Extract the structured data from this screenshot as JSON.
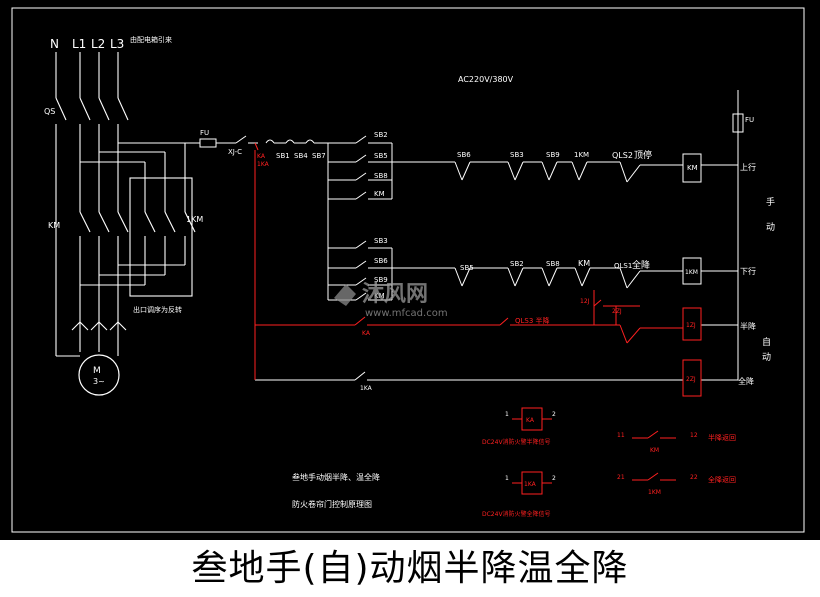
{
  "caption": "叁地手(自)动烟半降温全降",
  "colors": {
    "background": "#000000",
    "wire": "#ffffff",
    "control": "#ff2020",
    "watermark": "#8a8a8a"
  },
  "power": {
    "phases": [
      "N",
      "L1",
      "L2",
      "L3"
    ],
    "source_note": "由配电箱引来",
    "qs": "QS",
    "km": "KM",
    "km1": "1KM",
    "motor": "M",
    "motor_sub": "3~",
    "reverse_note": "出口调序为反转"
  },
  "control": {
    "supply": "AC220V/380V",
    "fu": "FU",
    "xj": "XJ-C",
    "ka_top": "KA",
    "ka_top2": "1KA",
    "sb1": "SB1",
    "sb4": "SB4",
    "sb7": "SB7",
    "sb2": "SB2",
    "sb5": "SB5",
    "sb8": "SB8",
    "km_aux": "KM",
    "sb3": "SB3",
    "sb6": "SB6",
    "sb9": "SB9",
    "km_aux2": "KM",
    "up_sb6": "SB6",
    "up_sb3": "SB3",
    "up_sb9": "SB9",
    "up_1km": "1KM",
    "up_qls2": "QLS2",
    "up_label": "顶停",
    "up_coil": "KM",
    "up_text": "上行",
    "dn_sb5": "SB5",
    "dn_sb2": "SB2",
    "dn_sb8": "SB8",
    "dn_km": "KM",
    "dn_qls1": "QLS1",
    "dn_label": "全降",
    "dn_coil": "1KM",
    "dn_text": "下行",
    "fu_right": "FU",
    "manual1": "手",
    "manual2": "动",
    "auto1": "自",
    "auto2": "动",
    "ka_mid": "KA",
    "k1ka": "1KA",
    "ka12": "12J",
    "ka2j": "2ZJ",
    "qls3": "QLS3 半降",
    "coil1": "1ZJ",
    "coil2": "2ZJ",
    "half_text": "半降",
    "full_text": "全降"
  },
  "signals": {
    "relay1": "KA",
    "relay1_pins": [
      "1",
      "2"
    ],
    "relay1_note": "DC24V消防火警半降信号",
    "relay2": "1KA",
    "relay2_pins": [
      "1",
      "2"
    ],
    "relay2_note": "DC24V消防火警全降信号",
    "out1_left": "11",
    "out1_right": "12",
    "out1_mid": "KM",
    "out1_note": "半降返回",
    "out2_left": "21",
    "out2_right": "22",
    "out2_mid": "1KM",
    "out2_note": "全降返回"
  },
  "titleblock": {
    "line1": "叁地手动烟半降、温全降",
    "line2": "防火卷帘门控制原理图"
  },
  "watermark": {
    "brand": "沐风网",
    "url": "www.mfcad.com"
  }
}
